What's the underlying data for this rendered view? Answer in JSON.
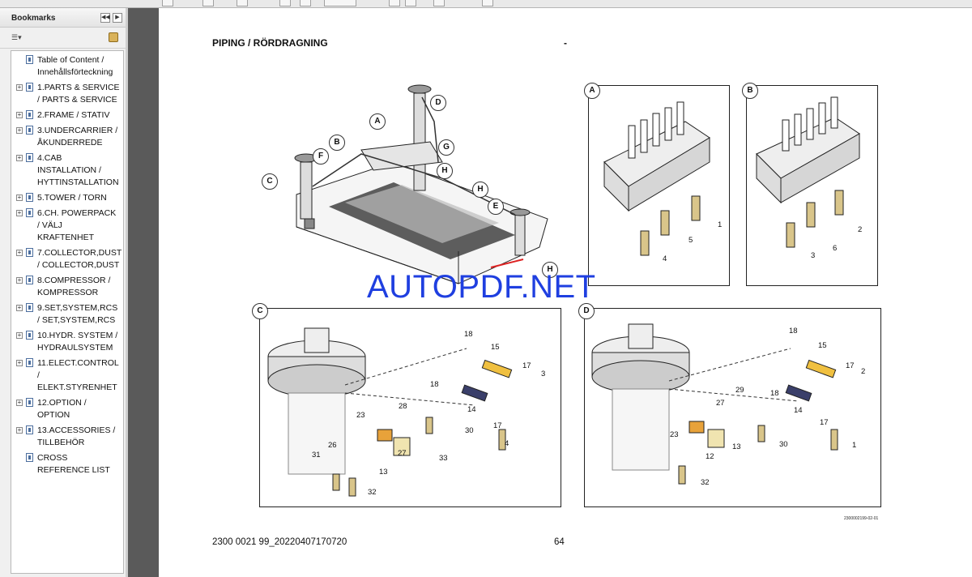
{
  "panel": {
    "title": "Bookmarks",
    "bookmarks": [
      {
        "label": "Table of Content / Innehållsförteckning",
        "expandable": false
      },
      {
        "label": "1.PARTS & SERVICE / PARTS & SERVICE",
        "expandable": true
      },
      {
        "label": "2.FRAME / STATIV",
        "expandable": true
      },
      {
        "label": "3.UNDERCARRIER / ÅKUNDERREDE",
        "expandable": true
      },
      {
        "label": "4.CAB INSTALLATION / HYTTINSTALLATION",
        "expandable": true
      },
      {
        "label": "5.TOWER / TORN",
        "expandable": true
      },
      {
        "label": "6.CH. POWERPACK / VÄLJ KRAFTENHET",
        "expandable": true
      },
      {
        "label": "7.COLLECTOR,DUST / COLLECTOR,DUST",
        "expandable": true
      },
      {
        "label": "8.COMPRESSOR / KOMPRESSOR",
        "expandable": true
      },
      {
        "label": "9.SET,SYSTEM,RCS / SET,SYSTEM,RCS",
        "expandable": true
      },
      {
        "label": "10.HYDR. SYSTEM / HYDRAULSYSTEM",
        "expandable": true
      },
      {
        "label": "11.ELECT.CONTROL / ELEKT.STYRENHET",
        "expandable": true
      },
      {
        "label": "12.OPTION / OPTION",
        "expandable": true
      },
      {
        "label": "13.ACCESSORIES / TILLBEHÖR",
        "expandable": true
      },
      {
        "label": "CROSS REFERENCE LIST",
        "expandable": false
      }
    ],
    "expander_glyph": "+"
  },
  "page": {
    "title": "PIPING / RÖRDRAGNING",
    "dash": "-",
    "footer_doc": "2300 0021 99_20220407170720",
    "footer_page": "64",
    "drawing_number": "2300002199-02-01",
    "watermark": "AUTOPDF.NET"
  },
  "overview_callouts": [
    "A",
    "B",
    "C",
    "D",
    "E",
    "F",
    "G",
    "H",
    "H",
    "H"
  ],
  "detail_a": {
    "label": "A",
    "numbers": [
      "1",
      "5",
      "4"
    ]
  },
  "detail_b": {
    "label": "B",
    "numbers": [
      "2",
      "6",
      "3"
    ]
  },
  "detail_c": {
    "label": "C",
    "numbers": [
      "18",
      "15",
      "17",
      "3",
      "18",
      "14",
      "17",
      "4",
      "28",
      "30",
      "23",
      "27",
      "33",
      "26",
      "31",
      "13",
      "32"
    ]
  },
  "detail_d": {
    "label": "D",
    "numbers": [
      "18",
      "15",
      "17",
      "2",
      "18",
      "14",
      "17",
      "1",
      "29",
      "27",
      "30",
      "23",
      "13",
      "12",
      "32"
    ]
  },
  "colors": {
    "watermark": "#1f3fe0",
    "orange_part": "#e8a23a",
    "yellow_part": "#f0c040",
    "blue_part": "#3a3f6a"
  }
}
